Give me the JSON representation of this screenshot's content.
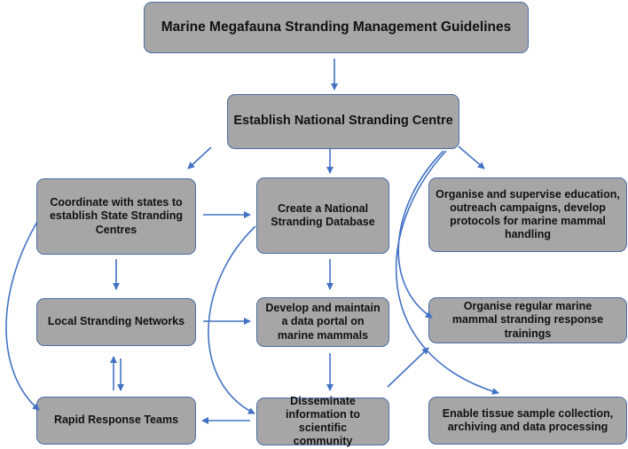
{
  "colors": {
    "box_fill": "#a6a6a6",
    "box_border": "#4a6fa5",
    "arrow": "#4472c4",
    "text": "#111111"
  },
  "nodes": {
    "guidelines": "Marine Megafauna Stranding Management Guidelines",
    "national_centre": "Establish National Stranding Centre",
    "coordinate_states": "Coordinate with states to establish State Stranding Centres",
    "national_database": "Create a National Stranding Database",
    "education": "Organise and supervise education, outreach campaigns, develop protocols for marine mammal handling",
    "local_networks": "Local Stranding Networks",
    "data_portal": "Develop and maintain a data portal on marine mammals",
    "trainings": "Organise regular marine mammal stranding response trainings",
    "rapid_response": "Rapid Response Teams",
    "disseminate": "Disseminate information to scientific community",
    "tissue_sample": "Enable tissue sample collection, archiving and data processing"
  }
}
